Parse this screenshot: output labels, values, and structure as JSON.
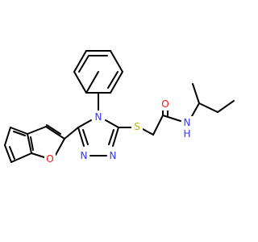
{
  "colors": {
    "carbon_bond": "#000000",
    "nitrogen": "#3333ff",
    "oxygen": "#ff0d0d",
    "sulfur": "#b2b200"
  },
  "atoms": {
    "n_triazole_1": "N",
    "n_triazole_2": "N",
    "n_triazole_4": "N",
    "s_thioether": "S",
    "o_carbonyl": "O",
    "n_amide": "N",
    "h_amide": "H",
    "o_benzofuran": "O"
  }
}
